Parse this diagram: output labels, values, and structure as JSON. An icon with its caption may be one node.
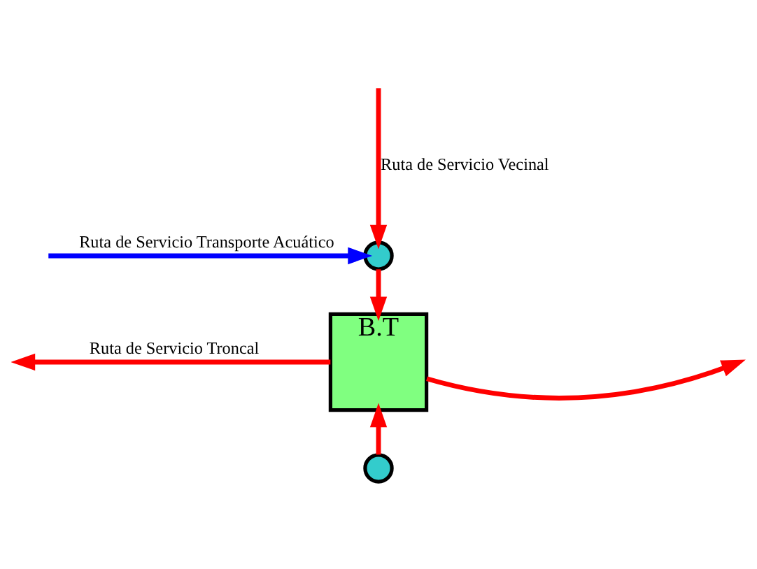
{
  "diagram": {
    "nodes": [
      {
        "text": [],
        "shape": "circle"
      },
      {
        "text": [
          "B.T"
        ]
      },
      {
        "text": [],
        "shape": "circle"
      }
    ],
    "edges": [
      {
        "from": null,
        "to": 0,
        "arrow": "to",
        "color": "#0000ff",
        "label": "Ruta de Servicio Transporte Acuático"
      },
      {
        "from": null,
        "to": 0,
        "arrow": "to",
        "label": "Ruta de Servicio Vecinal"
      },
      {
        "from": 0,
        "to": 1,
        "arrow": "to"
      },
      {
        "from": 1,
        "to": null,
        "arrow": "to"
      },
      {
        "from": 1,
        "to": null,
        "arrow": "to",
        "label": "Ruta de Servicio Troncal"
      },
      {
        "from": 2,
        "to": 1,
        "arrow": "to"
      }
    ]
  }
}
